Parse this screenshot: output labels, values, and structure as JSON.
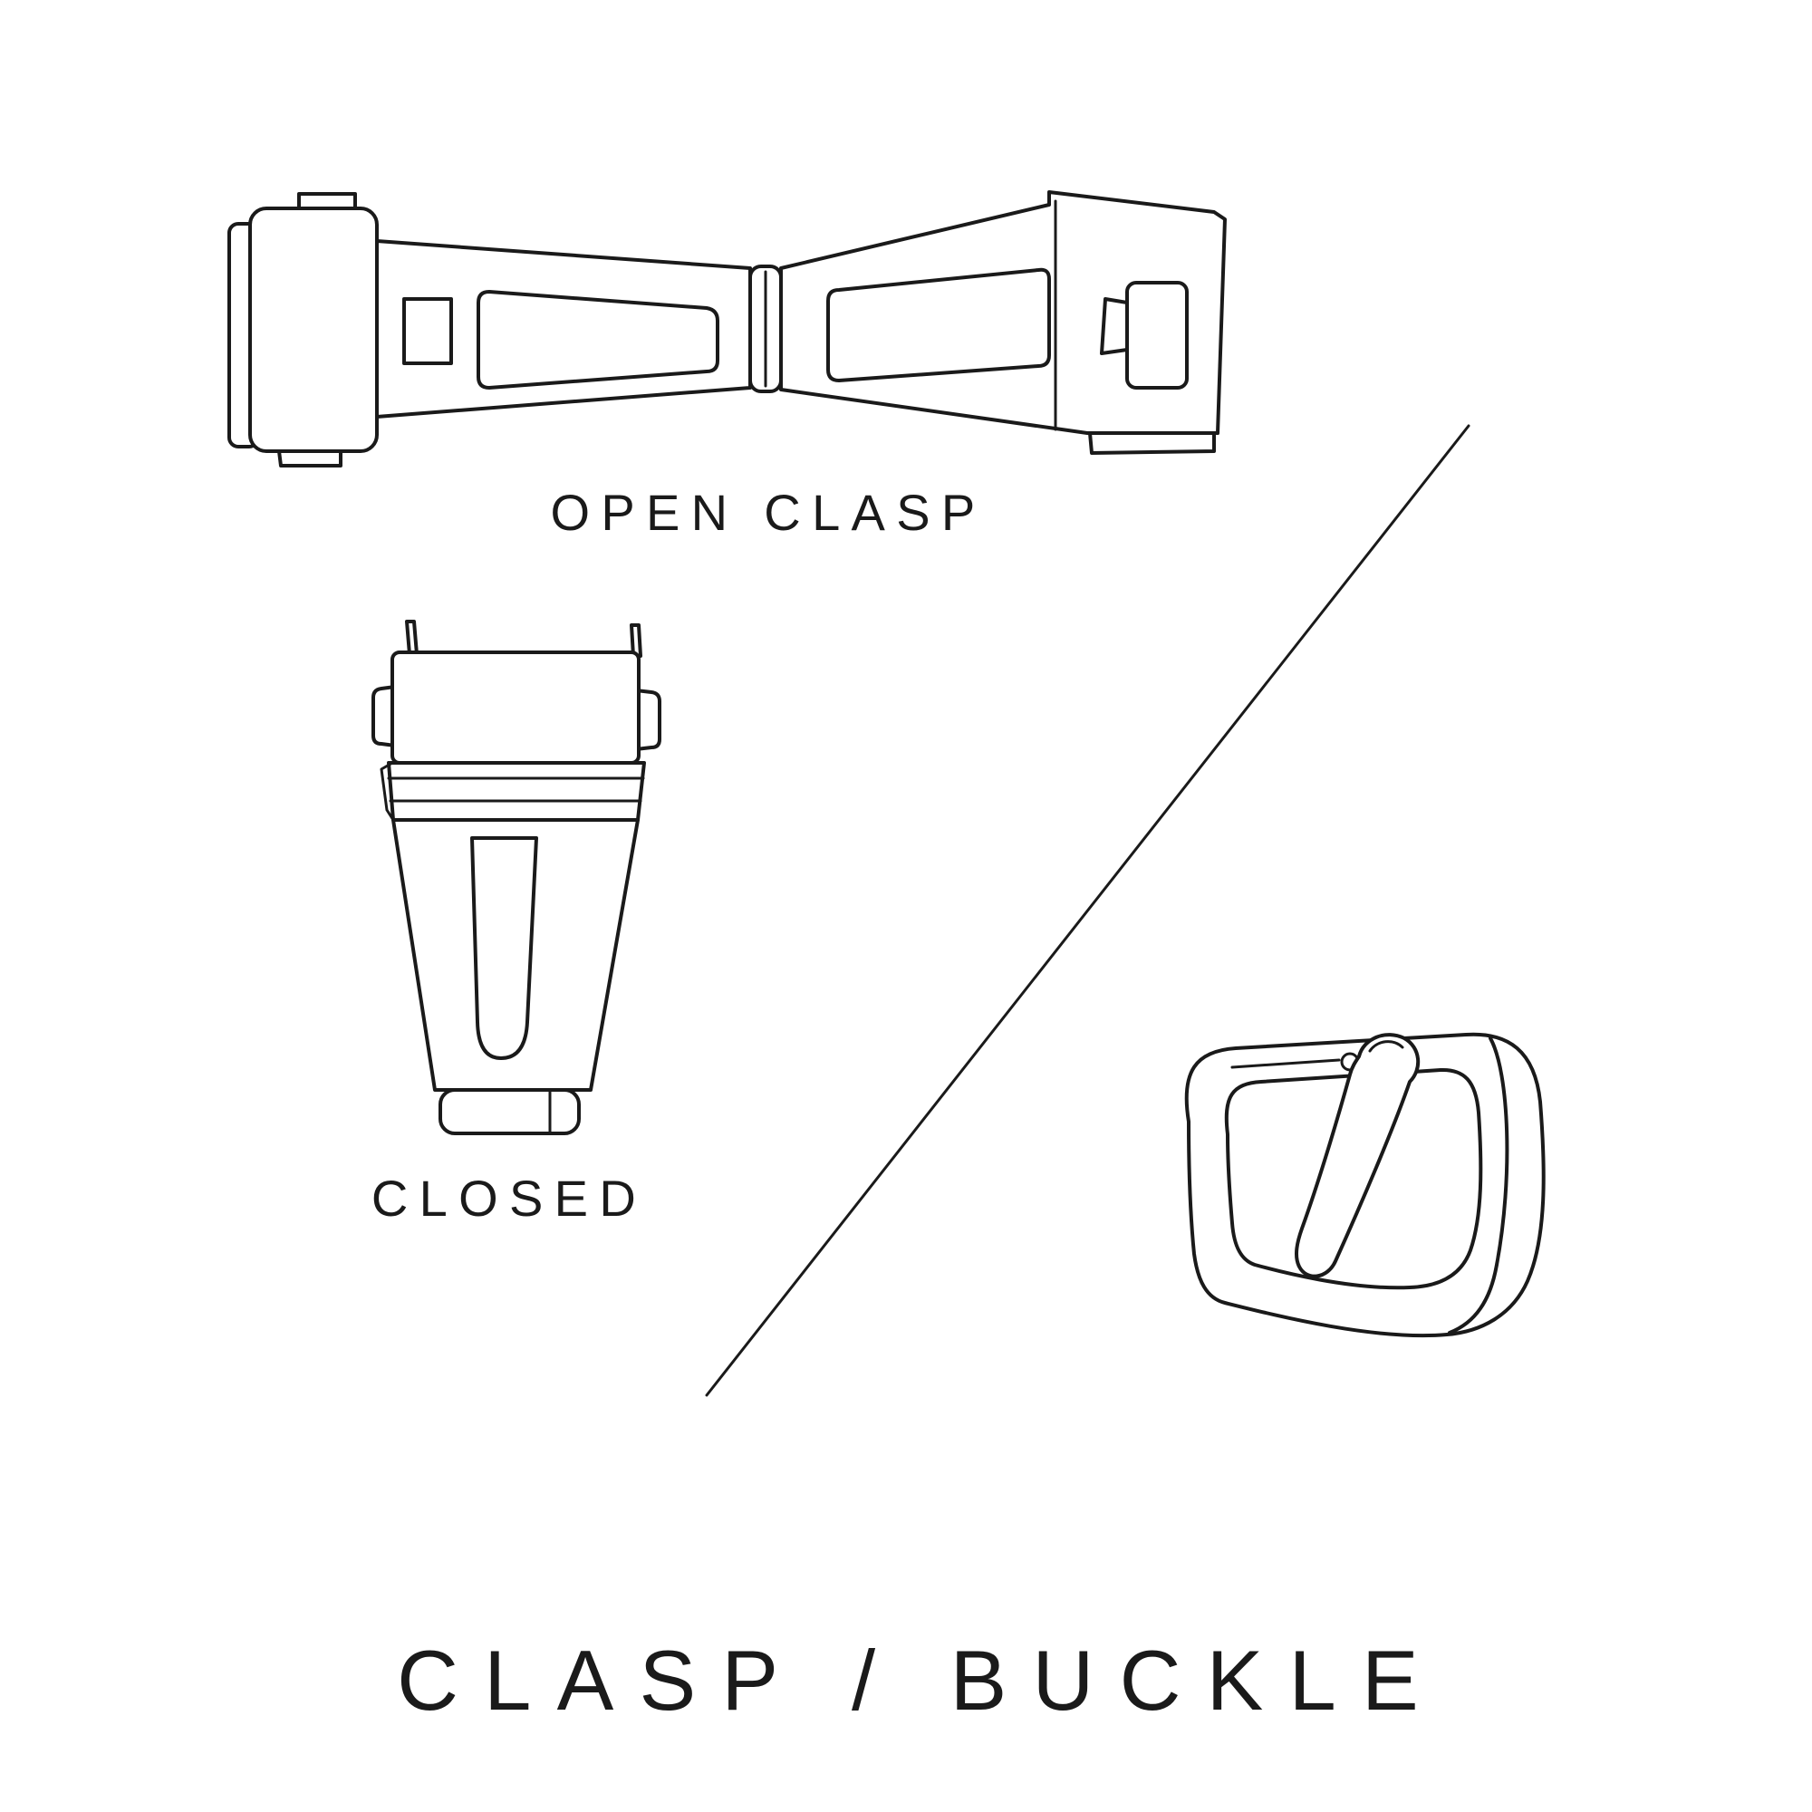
{
  "colors": {
    "ink": "#1a1a1a",
    "bg": "#ffffff"
  },
  "labels": {
    "open_clasp": "OPEN CLASP",
    "closed": "CLOSED",
    "title": "CLASP / BUCKLE"
  },
  "illustrations": [
    {
      "name": "open-clasp-illustration",
      "description": "watch deployant clasp shown open, top view"
    },
    {
      "name": "closed-clasp-illustration",
      "description": "watch clasp shown closed, top view"
    },
    {
      "name": "buckle-illustration",
      "description": "watch strap tang buckle, perspective view"
    }
  ]
}
